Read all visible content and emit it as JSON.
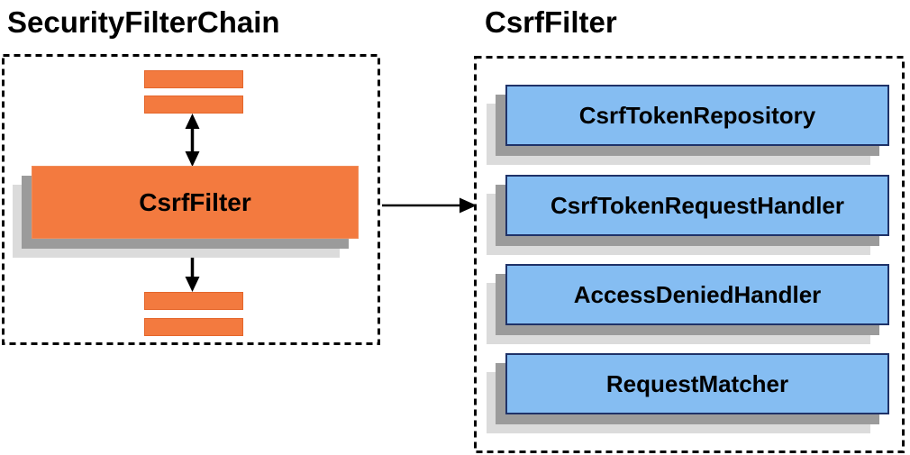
{
  "left_panel": {
    "title": "SecurityFilterChain",
    "csrf_filter_label": "CsrfFilter",
    "filter_placeholder_bars": {
      "above": 2,
      "below": 2
    }
  },
  "right_panel": {
    "title": "CsrfFilter",
    "components": [
      "CsrfTokenRepository",
      "CsrfTokenRequestHandler",
      "AccessDeniedHandler",
      "RequestMatcher"
    ]
  },
  "colors": {
    "orange_fill": "#F37A3F",
    "orange_border": "#E4662B",
    "blue_fill": "#85BDF2",
    "blue_border": "#1F3268",
    "shadow_dark": "#9B9B9B",
    "shadow_light": "#DBDBDB",
    "dashed_border": "#000000",
    "arrow": "#000000",
    "text": "#000000"
  }
}
